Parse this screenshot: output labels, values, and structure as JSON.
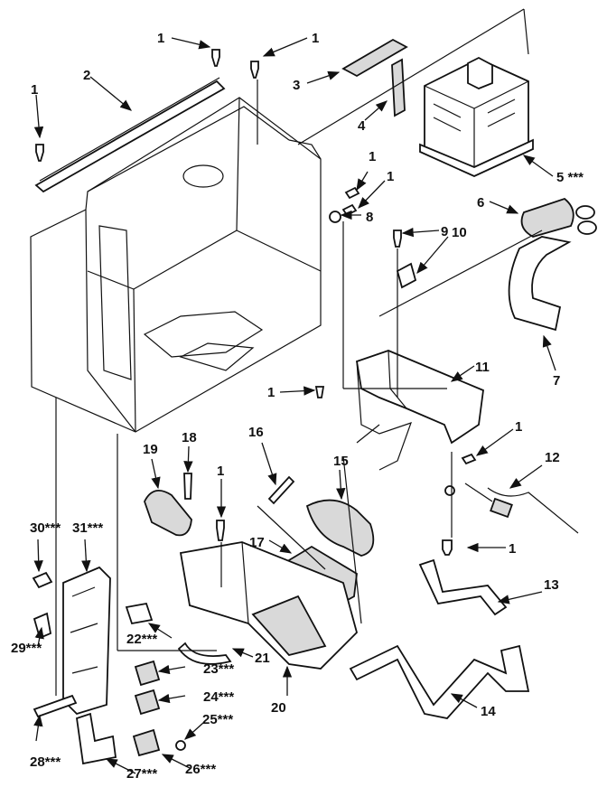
{
  "diagram": {
    "callouts": [
      {
        "id": "c1a",
        "text": "1"
      },
      {
        "id": "c1b",
        "text": "1"
      },
      {
        "id": "c1c",
        "text": "1"
      },
      {
        "id": "c1d",
        "text": "1"
      },
      {
        "id": "c1e",
        "text": "1"
      },
      {
        "id": "c1f",
        "text": "1"
      },
      {
        "id": "c1g",
        "text": "1"
      },
      {
        "id": "c1h",
        "text": "1"
      },
      {
        "id": "c1i",
        "text": "1"
      },
      {
        "id": "c2",
        "text": "2"
      },
      {
        "id": "c3",
        "text": "3"
      },
      {
        "id": "c4",
        "text": "4"
      },
      {
        "id": "c5",
        "text": "5 ***"
      },
      {
        "id": "c6",
        "text": "6"
      },
      {
        "id": "c7",
        "text": "7"
      },
      {
        "id": "c8",
        "text": "8"
      },
      {
        "id": "c9",
        "text": "9"
      },
      {
        "id": "c10",
        "text": "10"
      },
      {
        "id": "c11",
        "text": "11"
      },
      {
        "id": "c12",
        "text": "12"
      },
      {
        "id": "c13",
        "text": "13"
      },
      {
        "id": "c14",
        "text": "14"
      },
      {
        "id": "c15",
        "text": "15"
      },
      {
        "id": "c16",
        "text": "16"
      },
      {
        "id": "c17",
        "text": "17"
      },
      {
        "id": "c18",
        "text": "18"
      },
      {
        "id": "c19",
        "text": "19"
      },
      {
        "id": "c20",
        "text": "20"
      },
      {
        "id": "c21",
        "text": "21"
      },
      {
        "id": "c22",
        "text": "22***"
      },
      {
        "id": "c23",
        "text": "23***"
      },
      {
        "id": "c24",
        "text": "24***"
      },
      {
        "id": "c25",
        "text": "25***"
      },
      {
        "id": "c26",
        "text": "26***"
      },
      {
        "id": "c27",
        "text": "27***"
      },
      {
        "id": "c28",
        "text": "28***"
      },
      {
        "id": "c29",
        "text": "29***"
      },
      {
        "id": "c30",
        "text": "30***"
      },
      {
        "id": "c31",
        "text": "31***"
      }
    ]
  }
}
